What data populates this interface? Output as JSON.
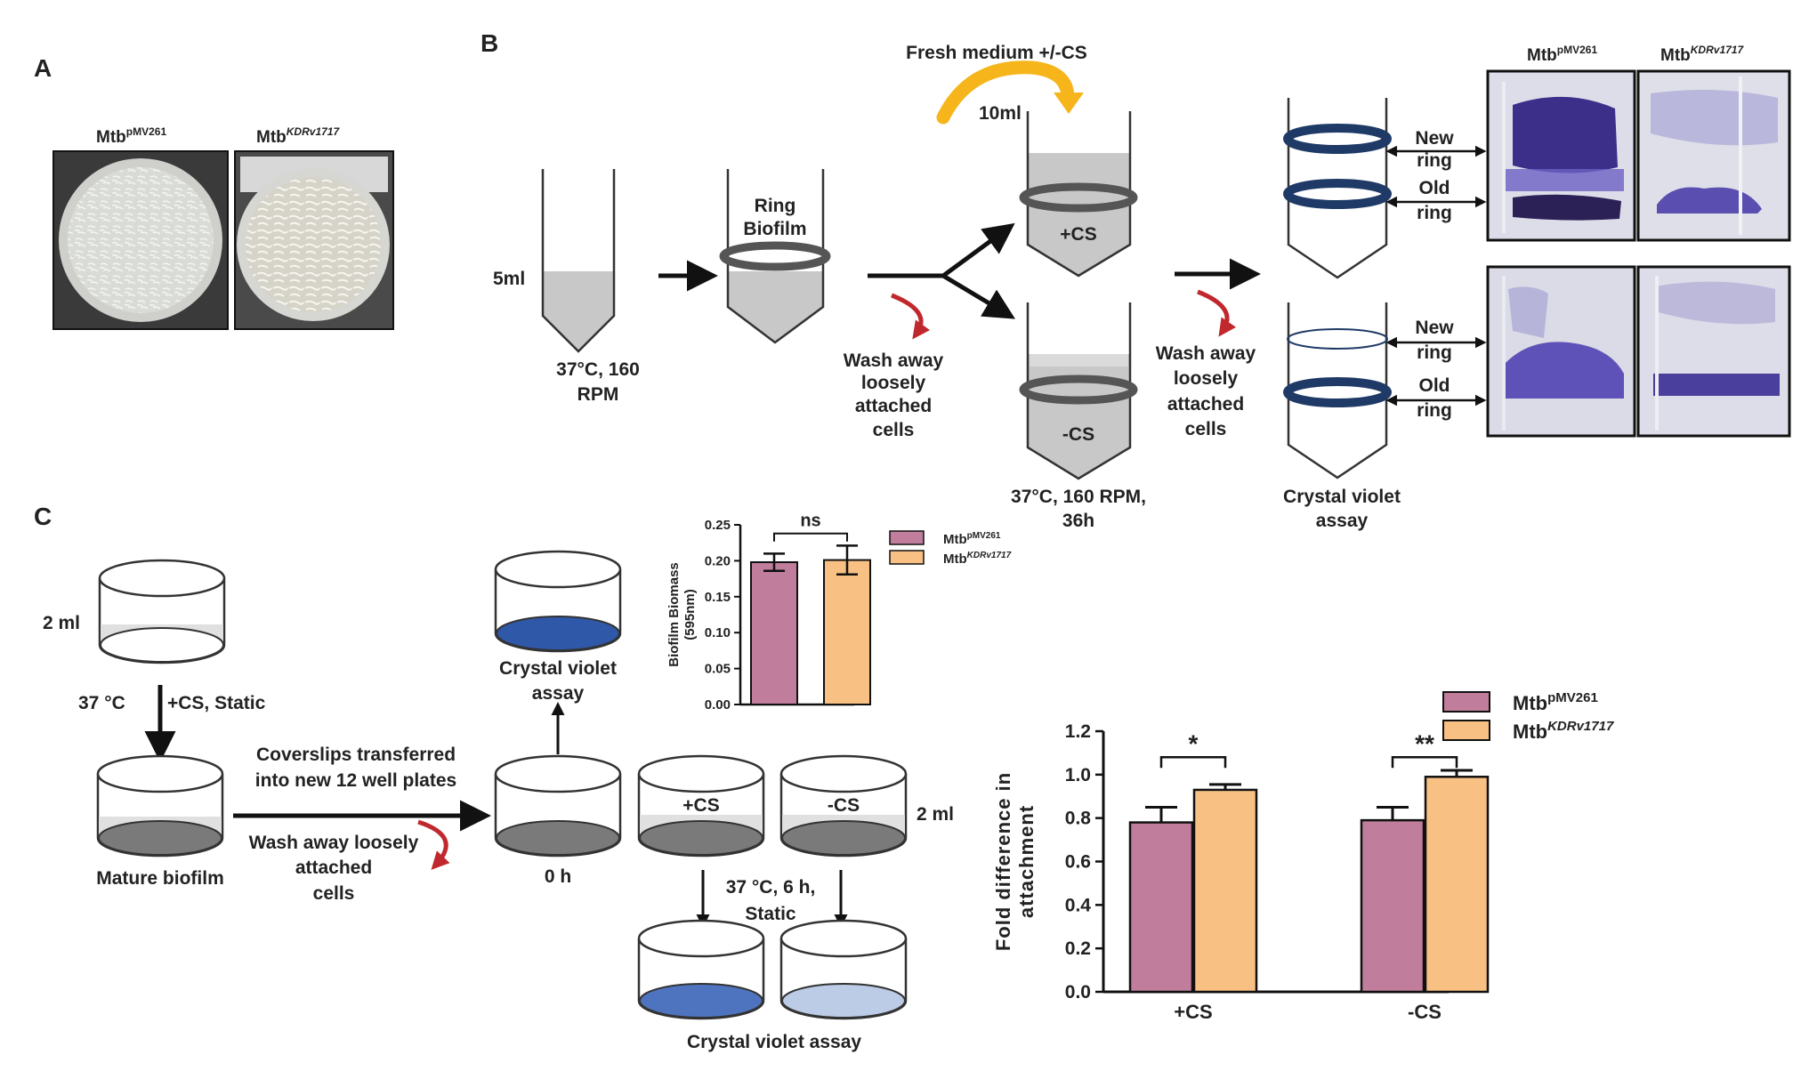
{
  "panels": {
    "a": "A",
    "b": "B",
    "c": "C"
  },
  "colors": {
    "pink": "#c07d9c",
    "orange": "#f8c082",
    "violet": "#5a4fb0",
    "ring": "#1f3a66",
    "ringGray": "#555555",
    "liquid": "#c8c8c8",
    "arrowRed": "#c0282d",
    "arrowYellow": "#f6b51b",
    "cvDark": "#2f58a8",
    "cvMid": "#4f74bf",
    "cvLight": "#bccbe6"
  },
  "strains": {
    "wt_prefix": "Mtb",
    "wt_sup": "pMV261",
    "kd_prefix": "Mtb",
    "kd_sup": "KDRv1717"
  },
  "panelA": {
    "wt_prefix": "Mtb",
    "wt_sup": "pMV261",
    "kd_prefix": "Mtb",
    "kd_sup": "KDRv1717"
  },
  "panelB": {
    "vol_initial": "5ml",
    "cond1_line1": "37°C, 160",
    "cond1_line2": "RPM",
    "ring_line1": "Ring",
    "ring_line2": "Biofilm",
    "fresh_medium": "Fresh medium +/-CS",
    "vol_fresh": "10ml",
    "plus_cs": "+CS",
    "minus_cs": "-CS",
    "wash1": [
      "Wash away",
      "loosely",
      "attached",
      "cells"
    ],
    "wash2": [
      "Wash away",
      "loosely",
      "attached",
      "cells"
    ],
    "cond2_line1": "37°C, 160 RPM,",
    "cond2_line2": "36h",
    "cv_line1": "Crystal violet",
    "cv_line2": "assay",
    "new_ring": [
      "New",
      "ring"
    ],
    "old_ring": [
      "Old",
      "ring"
    ],
    "photo_wt_prefix": "Mtb",
    "photo_wt_sup": "pMV261",
    "photo_kd_prefix": "Mtb",
    "photo_kd_sup": "KDRv1717"
  },
  "panelC": {
    "vol1": "2 ml",
    "cond_a_temp": "37 °C",
    "cond_a": "+CS, Static",
    "mature": "Mature biofilm",
    "transfer_line1": "Coverslips transferred",
    "transfer_line2": "into new 12 well plates",
    "wash_line1": "Wash away loosely",
    "wash_line2": "attached",
    "wash_line3": "cells",
    "zero_h": "0 h",
    "cv_top_line1": "Crystal violet",
    "cv_top_line2": "assay",
    "plus_cs": "+CS",
    "minus_cs": "-CS",
    "vol2": "2 ml",
    "cond_b_line1": "37 °C, 6 h,",
    "cond_b_line2": "Static",
    "cv_bottom": "Crystal violet assay"
  },
  "chart_data": [
    {
      "type": "bar",
      "ylabel": "Biofilm Biomass (595nm)",
      "ylim": [
        0,
        0.25
      ],
      "yticks": [
        "0.00",
        "0.05",
        "0.10",
        "0.15",
        "0.20",
        "0.25"
      ],
      "categories": [
        "Mtb pMV261",
        "Mtb KDRv1717"
      ],
      "values": [
        0.198,
        0.201
      ],
      "errors": [
        0.012,
        0.02
      ],
      "significance": "ns",
      "legend": [
        {
          "prefix": "Mtb",
          "sup": "pMV261"
        },
        {
          "prefix": "Mtb",
          "sup": "KDRv1717"
        }
      ]
    },
    {
      "type": "bar",
      "ylabel": "Fold difference in attachment",
      "ylim": [
        0,
        1.2
      ],
      "yticks": [
        "0.0",
        "0.2",
        "0.4",
        "0.6",
        "0.8",
        "1.0",
        "1.2"
      ],
      "categories": [
        "+CS",
        "-CS"
      ],
      "series": [
        {
          "name": "MtbpMV261",
          "values": [
            0.78,
            0.79
          ],
          "errors": [
            0.07,
            0.06
          ]
        },
        {
          "name": "MtbKDRv1717",
          "values": [
            0.93,
            0.99
          ],
          "errors": [
            0.025,
            0.03
          ]
        }
      ],
      "significance": [
        "*",
        "**"
      ],
      "legend": [
        {
          "prefix": "Mtb",
          "sup": "pMV261"
        },
        {
          "prefix": "Mtb",
          "sup": "KDRv1717"
        }
      ]
    }
  ]
}
